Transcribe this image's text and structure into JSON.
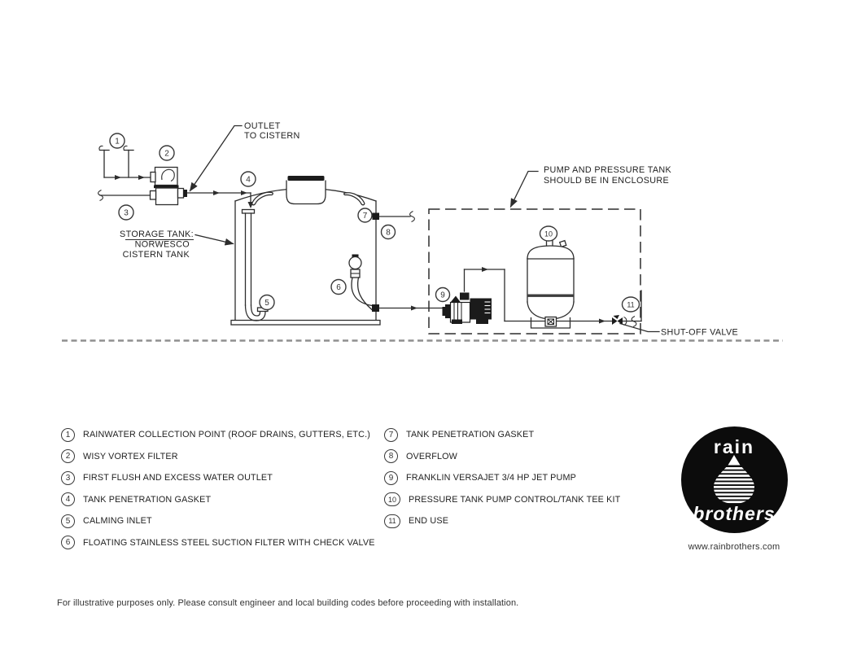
{
  "diagram": {
    "labels": {
      "outlet1": "OUTLET",
      "outlet2": "TO CISTERN",
      "storage1": "STORAGE TANK:",
      "storage2": "NORWESCO",
      "storage3": "CISTERN TANK",
      "enclosure1": "PUMP AND PRESSURE TANK",
      "enclosure2": "SHOULD BE IN ENCLOSURE",
      "shutoff": "SHUT-OFF VALVE"
    },
    "callouts": {
      "c1": "1",
      "c2": "2",
      "c3": "3",
      "c4": "4",
      "c5": "5",
      "c6": "6",
      "c7": "7",
      "c8": "8",
      "c9": "9",
      "c10": "10",
      "c11": "11"
    }
  },
  "legend": {
    "left": [
      {
        "num": "1",
        "label": "RAINWATER COLLECTION POINT (ROOF DRAINS, GUTTERS, ETC.)"
      },
      {
        "num": "2",
        "label": "WISY VORTEX FILTER"
      },
      {
        "num": "3",
        "label": "FIRST FLUSH AND EXCESS WATER OUTLET"
      },
      {
        "num": "4",
        "label": "TANK PENETRATION GASKET"
      },
      {
        "num": "5",
        "label": "CALMING INLET"
      },
      {
        "num": "6",
        "label": "FLOATING STAINLESS STEEL SUCTION FILTER WITH CHECK VALVE"
      }
    ],
    "right": [
      {
        "num": "7",
        "label": "TANK PENETRATION GASKET"
      },
      {
        "num": "8",
        "label": "OVERFLOW"
      },
      {
        "num": "9",
        "label": "FRANKLIN VERSAJET 3/4 HP JET PUMP"
      },
      {
        "num": "10",
        "label": "PRESSURE TANK PUMP CONTROL/TANK TEE KIT"
      },
      {
        "num": "11",
        "label": "END USE"
      }
    ]
  },
  "logo": {
    "top": "rain",
    "bottom": "brothers",
    "website": "www.rainbrothers.com"
  },
  "footer": {
    "disclaimer": "For illustrative purposes only. Please consult engineer and local building codes before proceeding with installation."
  },
  "colors": {
    "line": "#2d2d2d",
    "ground": "#8f8f8f",
    "text": "#1f1f1f"
  }
}
